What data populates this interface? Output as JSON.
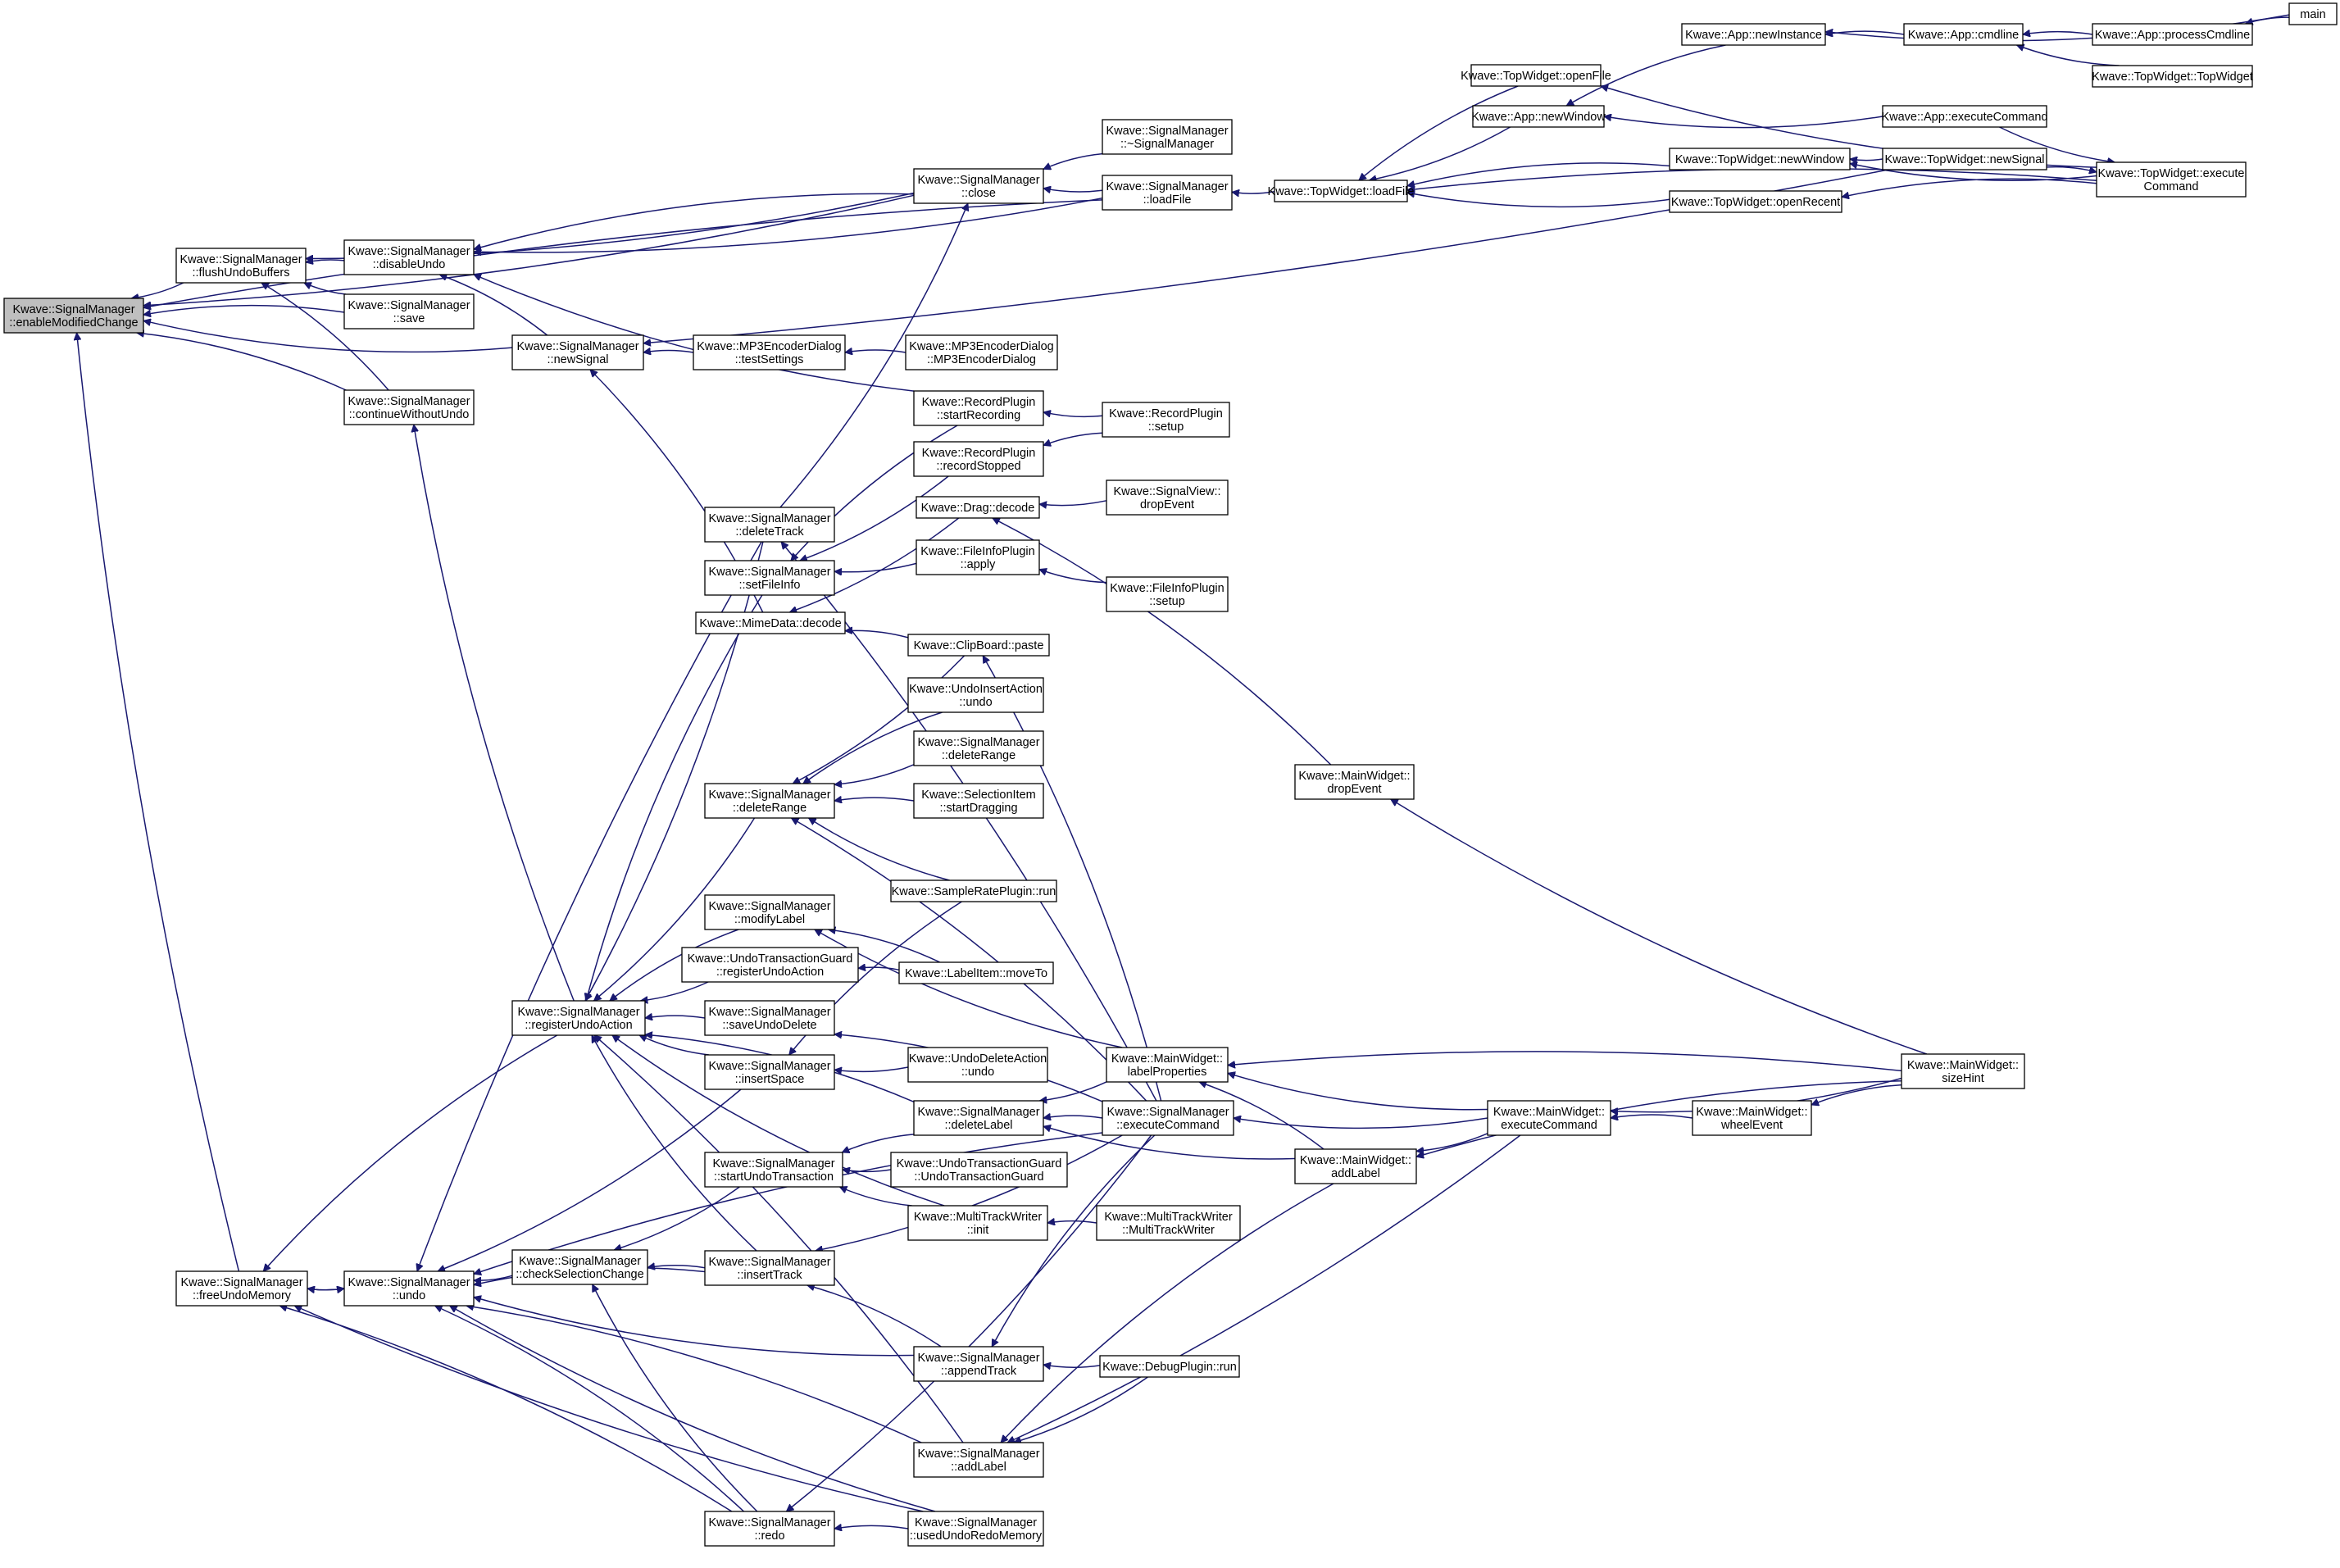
{
  "graph": {
    "root": "enableModifiedChange",
    "edge_color": "#191970",
    "root_fill": "#bfbfbf",
    "nodes": [
      {
        "id": "enableModifiedChange",
        "lines": [
          "Kwave::SignalManager",
          "::enableModifiedChange"
        ]
      },
      {
        "id": "flushUndoBuffers",
        "lines": [
          "Kwave::SignalManager",
          "::flushUndoBuffers"
        ]
      },
      {
        "id": "disableUndo",
        "lines": [
          "Kwave::SignalManager",
          "::disableUndo"
        ]
      },
      {
        "id": "smSave",
        "lines": [
          "Kwave::SignalManager",
          "::save"
        ]
      },
      {
        "id": "continueWithoutUndo",
        "lines": [
          "Kwave::SignalManager",
          "::continueWithoutUndo"
        ]
      },
      {
        "id": "smNewSignal",
        "lines": [
          "Kwave::SignalManager",
          "::newSignal"
        ]
      },
      {
        "id": "smClose",
        "lines": [
          "Kwave::SignalManager",
          "::close"
        ]
      },
      {
        "id": "smDtor",
        "lines": [
          "Kwave::SignalManager",
          "::~SignalManager"
        ]
      },
      {
        "id": "smLoadFile",
        "lines": [
          "Kwave::SignalManager",
          "::loadFile"
        ]
      },
      {
        "id": "twLoadFile",
        "lines": [
          "Kwave::TopWidget::loadFile"
        ]
      },
      {
        "id": "twOpenFile",
        "lines": [
          "Kwave::TopWidget::openFile"
        ]
      },
      {
        "id": "appNewWindow",
        "lines": [
          "Kwave::App::newWindow"
        ]
      },
      {
        "id": "appNewInstance",
        "lines": [
          "Kwave::App::newInstance"
        ]
      },
      {
        "id": "appCmdline",
        "lines": [
          "Kwave::App::cmdline"
        ]
      },
      {
        "id": "appProcessCmdline",
        "lines": [
          "Kwave::App::processCmdline"
        ]
      },
      {
        "id": "main",
        "lines": [
          "main"
        ]
      },
      {
        "id": "twTopWidget",
        "lines": [
          "Kwave::TopWidget::TopWidget"
        ]
      },
      {
        "id": "appExecuteCommand",
        "lines": [
          "Kwave::App::executeCommand"
        ]
      },
      {
        "id": "twNewWindow",
        "lines": [
          "Kwave::TopWidget::newWindow"
        ]
      },
      {
        "id": "twNewSignal",
        "lines": [
          "Kwave::TopWidget::newSignal"
        ]
      },
      {
        "id": "twOpenRecent",
        "lines": [
          "Kwave::TopWidget::openRecent"
        ]
      },
      {
        "id": "twExecuteCommand",
        "lines": [
          "Kwave::TopWidget::execute",
          "Command"
        ]
      },
      {
        "id": "mp3TestSettings",
        "lines": [
          "Kwave::MP3EncoderDialog",
          "::testSettings"
        ]
      },
      {
        "id": "mp3Dialog",
        "lines": [
          "Kwave::MP3EncoderDialog",
          "::MP3EncoderDialog"
        ]
      },
      {
        "id": "recStartRecording",
        "lines": [
          "Kwave::RecordPlugin",
          "::startRecording"
        ]
      },
      {
        "id": "recSetup",
        "lines": [
          "Kwave::RecordPlugin",
          "::setup"
        ]
      },
      {
        "id": "recStopped",
        "lines": [
          "Kwave::RecordPlugin",
          "::recordStopped"
        ]
      },
      {
        "id": "smDeleteTrack",
        "lines": [
          "Kwave::SignalManager",
          "::deleteTrack"
        ]
      },
      {
        "id": "smSetFileInfo",
        "lines": [
          "Kwave::SignalManager",
          "::setFileInfo"
        ]
      },
      {
        "id": "mimeDecode",
        "lines": [
          "Kwave::MimeData::decode"
        ]
      },
      {
        "id": "dragDecode",
        "lines": [
          "Kwave::Drag::decode"
        ]
      },
      {
        "id": "svDropEvent",
        "lines": [
          "Kwave::SignalView::",
          "dropEvent"
        ]
      },
      {
        "id": "fiApply",
        "lines": [
          "Kwave::FileInfoPlugin",
          "::apply"
        ]
      },
      {
        "id": "fiSetup",
        "lines": [
          "Kwave::FileInfoPlugin",
          "::setup"
        ]
      },
      {
        "id": "cbPaste",
        "lines": [
          "Kwave::ClipBoard::paste"
        ]
      },
      {
        "id": "uiaUndo",
        "lines": [
          "Kwave::UndoInsertAction",
          "::undo"
        ]
      },
      {
        "id": "smDeleteRange2",
        "lines": [
          "Kwave::SignalManager",
          "::deleteRange"
        ]
      },
      {
        "id": "siStartDragging",
        "lines": [
          "Kwave::SelectionItem",
          "::startDragging"
        ]
      },
      {
        "id": "smDeleteRange",
        "lines": [
          "Kwave::SignalManager",
          "::deleteRange"
        ]
      },
      {
        "id": "mwDropEvent",
        "lines": [
          "Kwave::MainWidget::",
          "dropEvent"
        ]
      },
      {
        "id": "srRun",
        "lines": [
          "Kwave::SampleRatePlugin::run"
        ]
      },
      {
        "id": "smModifyLabel",
        "lines": [
          "Kwave::SignalManager",
          "::modifyLabel"
        ]
      },
      {
        "id": "utgRegister",
        "lines": [
          "Kwave::UndoTransactionGuard",
          "::registerUndoAction"
        ]
      },
      {
        "id": "liMoveTo",
        "lines": [
          "Kwave::LabelItem::moveTo"
        ]
      },
      {
        "id": "smRegisterUndo",
        "lines": [
          "Kwave::SignalManager",
          "::registerUndoAction"
        ]
      },
      {
        "id": "smSaveUndoDelete",
        "lines": [
          "Kwave::SignalManager",
          "::saveUndoDelete"
        ]
      },
      {
        "id": "smInsertSpace",
        "lines": [
          "Kwave::SignalManager",
          "::insertSpace"
        ]
      },
      {
        "id": "udaUndo",
        "lines": [
          "Kwave::UndoDeleteAction",
          "::undo"
        ]
      },
      {
        "id": "mwLabelProps",
        "lines": [
          "Kwave::MainWidget::",
          "labelProperties"
        ]
      },
      {
        "id": "mwSizeHint",
        "lines": [
          "Kwave::MainWidget::",
          "sizeHint"
        ]
      },
      {
        "id": "smDeleteLabel",
        "lines": [
          "Kwave::SignalManager",
          "::deleteLabel"
        ]
      },
      {
        "id": "smExecuteCommand",
        "lines": [
          "Kwave::SignalManager",
          "::executeCommand"
        ]
      },
      {
        "id": "mwExecuteCommand",
        "lines": [
          "Kwave::MainWidget::",
          "executeCommand"
        ]
      },
      {
        "id": "mwWheelEvent",
        "lines": [
          "Kwave::MainWidget::",
          "wheelEvent"
        ]
      },
      {
        "id": "smStartUndo",
        "lines": [
          "Kwave::SignalManager",
          "::startUndoTransaction"
        ]
      },
      {
        "id": "utgCtor",
        "lines": [
          "Kwave::UndoTransactionGuard",
          "::UndoTransactionGuard"
        ]
      },
      {
        "id": "mwAddLabel",
        "lines": [
          "Kwave::MainWidget::",
          "addLabel"
        ]
      },
      {
        "id": "mtwInit",
        "lines": [
          "Kwave::MultiTrackWriter",
          "::init"
        ]
      },
      {
        "id": "mtwCtor",
        "lines": [
          "Kwave::MultiTrackWriter",
          "::MultiTrackWriter"
        ]
      },
      {
        "id": "smFreeUndoMemory",
        "lines": [
          "Kwave::SignalManager",
          "::freeUndoMemory"
        ]
      },
      {
        "id": "smUndo",
        "lines": [
          "Kwave::SignalManager",
          "::undo"
        ]
      },
      {
        "id": "smCheckSel",
        "lines": [
          "Kwave::SignalManager",
          "::checkSelectionChange"
        ]
      },
      {
        "id": "smInsertTrack",
        "lines": [
          "Kwave::SignalManager",
          "::insertTrack"
        ]
      },
      {
        "id": "smAppendTrack",
        "lines": [
          "Kwave::SignalManager",
          "::appendTrack"
        ]
      },
      {
        "id": "dbgRun",
        "lines": [
          "Kwave::DebugPlugin::run"
        ]
      },
      {
        "id": "smAddLabel",
        "lines": [
          "Kwave::SignalManager",
          "::addLabel"
        ]
      },
      {
        "id": "smRedo",
        "lines": [
          "Kwave::SignalManager",
          "::redo"
        ]
      },
      {
        "id": "smUsedUndo",
        "lines": [
          "Kwave::SignalManager",
          "::usedUndoRedoMemory"
        ]
      }
    ],
    "edges": [
      [
        "flushUndoBuffers",
        "enableModifiedChange"
      ],
      [
        "smSave",
        "enableModifiedChange"
      ],
      [
        "smNewSignal",
        "enableModifiedChange"
      ],
      [
        "continueWithoutUndo",
        "enableModifiedChange"
      ],
      [
        "smClose",
        "enableModifiedChange"
      ],
      [
        "smLoadFile",
        "enableModifiedChange"
      ],
      [
        "smFreeUndoMemory",
        "enableModifiedChange"
      ],
      [
        "disableUndo",
        "flushUndoBuffers"
      ],
      [
        "smSave",
        "flushUndoBuffers"
      ],
      [
        "continueWithoutUndo",
        "flushUndoBuffers"
      ],
      [
        "smClose",
        "flushUndoBuffers"
      ],
      [
        "smClose",
        "disableUndo"
      ],
      [
        "smLoadFile",
        "disableUndo"
      ],
      [
        "smNewSignal",
        "disableUndo"
      ],
      [
        "recStartRecording",
        "disableUndo"
      ],
      [
        "smDtor",
        "smClose"
      ],
      [
        "smLoadFile",
        "smClose"
      ],
      [
        "smDeleteTrack",
        "smClose"
      ],
      [
        "twLoadFile",
        "smLoadFile"
      ],
      [
        "twOpenFile",
        "twLoadFile"
      ],
      [
        "appNewWindow",
        "twLoadFile"
      ],
      [
        "twNewWindow",
        "twLoadFile"
      ],
      [
        "twOpenRecent",
        "twLoadFile"
      ],
      [
        "twExecuteCommand",
        "twLoadFile"
      ],
      [
        "twExecuteCommand",
        "twOpenFile"
      ],
      [
        "appNewInstance",
        "appNewWindow"
      ],
      [
        "appExecuteCommand",
        "appNewWindow"
      ],
      [
        "appCmdline",
        "appNewInstance"
      ],
      [
        "main",
        "appNewInstance"
      ],
      [
        "appProcessCmdline",
        "appCmdline"
      ],
      [
        "twTopWidget",
        "appCmdline"
      ],
      [
        "main",
        "appProcessCmdline"
      ],
      [
        "twNewSignal",
        "twNewWindow"
      ],
      [
        "appExecuteCommand",
        "twExecuteCommand"
      ],
      [
        "twNewSignal",
        "twExecuteCommand"
      ],
      [
        "twExecuteCommand",
        "twOpenRecent"
      ],
      [
        "twExecuteCommand",
        "twNewWindow"
      ],
      [
        "mp3TestSettings",
        "smNewSignal"
      ],
      [
        "twNewSignal",
        "smNewSignal"
      ],
      [
        "mp3Dialog",
        "mp3TestSettings"
      ],
      [
        "recSetup",
        "recStartRecording"
      ],
      [
        "recSetup",
        "recStopped"
      ],
      [
        "recStopped",
        "smSetFileInfo"
      ],
      [
        "recStartRecording",
        "smSetFileInfo"
      ],
      [
        "fiApply",
        "smSetFileInfo"
      ],
      [
        "mimeDecode",
        "smNewSignal"
      ],
      [
        "dragDecode",
        "mimeDecode"
      ],
      [
        "cbPaste",
        "mimeDecode"
      ],
      [
        "svDropEvent",
        "dragDecode"
      ],
      [
        "mwDropEvent",
        "dragDecode"
      ],
      [
        "fiSetup",
        "fiApply"
      ],
      [
        "smExecuteCommand",
        "cbPaste"
      ],
      [
        "cbPaste",
        "smDeleteRange"
      ],
      [
        "uiaUndo",
        "smDeleteRange"
      ],
      [
        "smDeleteRange2",
        "smDeleteRange"
      ],
      [
        "siStartDragging",
        "smDeleteRange"
      ],
      [
        "srRun",
        "smDeleteRange"
      ],
      [
        "smExecuteCommand",
        "smDeleteRange"
      ],
      [
        "mwSizeHint",
        "mwDropEvent"
      ],
      [
        "liMoveTo",
        "smModifyLabel"
      ],
      [
        "mwLabelProps",
        "smModifyLabel"
      ],
      [
        "liMoveTo",
        "utgRegister"
      ],
      [
        "smDeleteTrack",
        "smRegisterUndo"
      ],
      [
        "smSetFileInfo",
        "smRegisterUndo"
      ],
      [
        "smDeleteRange",
        "smRegisterUndo"
      ],
      [
        "smModifyLabel",
        "smRegisterUndo"
      ],
      [
        "utgRegister",
        "smRegisterUndo"
      ],
      [
        "smSaveUndoDelete",
        "smRegisterUndo"
      ],
      [
        "smInsertSpace",
        "smRegisterUndo"
      ],
      [
        "smDeleteLabel",
        "smRegisterUndo"
      ],
      [
        "smInsertTrack",
        "smRegisterUndo"
      ],
      [
        "smAddLabel",
        "smRegisterUndo"
      ],
      [
        "mtwInit",
        "smRegisterUndo"
      ],
      [
        "smExecuteCommand",
        "smSaveUndoDelete"
      ],
      [
        "udaUndo",
        "smInsertSpace"
      ],
      [
        "srRun",
        "smInsertSpace"
      ],
      [
        "smRegisterUndo",
        "continueWithoutUndo"
      ],
      [
        "smExecuteCommand",
        "smDeleteTrack"
      ],
      [
        "mwLabelProps",
        "smDeleteLabel"
      ],
      [
        "smExecuteCommand",
        "smDeleteLabel"
      ],
      [
        "mwAddLabel",
        "smDeleteLabel"
      ],
      [
        "mwSizeHint",
        "mwLabelProps"
      ],
      [
        "mwExecuteCommand",
        "mwLabelProps"
      ],
      [
        "mwAddLabel",
        "mwLabelProps"
      ],
      [
        "mwExecuteCommand",
        "smExecuteCommand"
      ],
      [
        "mwWheelEvent",
        "mwExecuteCommand"
      ],
      [
        "mwSizeHint",
        "mwExecuteCommand"
      ],
      [
        "mwSizeHint",
        "mwWheelEvent"
      ],
      [
        "mwExecuteCommand",
        "mwAddLabel"
      ],
      [
        "mwSizeHint",
        "mwAddLabel"
      ],
      [
        "utgCtor",
        "smStartUndo"
      ],
      [
        "smDeleteLabel",
        "smStartUndo"
      ],
      [
        "mtwInit",
        "smStartUndo"
      ],
      [
        "mtwCtor",
        "mtwInit"
      ],
      [
        "smStartUndo",
        "smCheckSel"
      ],
      [
        "smRegisterUndo",
        "smFreeUndoMemory"
      ],
      [
        "smUndo",
        "smFreeUndoMemory"
      ],
      [
        "smRedo",
        "smFreeUndoMemory"
      ],
      [
        "smUsedUndo",
        "smFreeUndoMemory"
      ],
      [
        "smFreeUndoMemory",
        "smUndo"
      ],
      [
        "smCheckSel",
        "smUndo"
      ],
      [
        "smInsertTrack",
        "smUndo"
      ],
      [
        "smInsertSpace",
        "smUndo"
      ],
      [
        "smDeleteTrack",
        "smUndo"
      ],
      [
        "smAppendTrack",
        "smUndo"
      ],
      [
        "smAddLabel",
        "smUndo"
      ],
      [
        "smUsedUndo",
        "smUndo"
      ],
      [
        "smExecuteCommand",
        "smUndo"
      ],
      [
        "smRedo",
        "smCheckSel"
      ],
      [
        "smInsertTrack",
        "smCheckSel"
      ],
      [
        "smExecuteCommand",
        "smInsertTrack"
      ],
      [
        "smAppendTrack",
        "smInsertTrack"
      ],
      [
        "dbgRun",
        "smAppendTrack"
      ],
      [
        "smExecuteCommand",
        "smAppendTrack"
      ],
      [
        "dbgRun",
        "smAddLabel"
      ],
      [
        "mwAddLabel",
        "smAddLabel"
      ],
      [
        "mwExecuteCommand",
        "smAddLabel"
      ],
      [
        "smUsedUndo",
        "smRedo"
      ],
      [
        "smExecuteCommand",
        "smRedo"
      ],
      [
        "smRedo",
        "smUndo"
      ]
    ]
  }
}
